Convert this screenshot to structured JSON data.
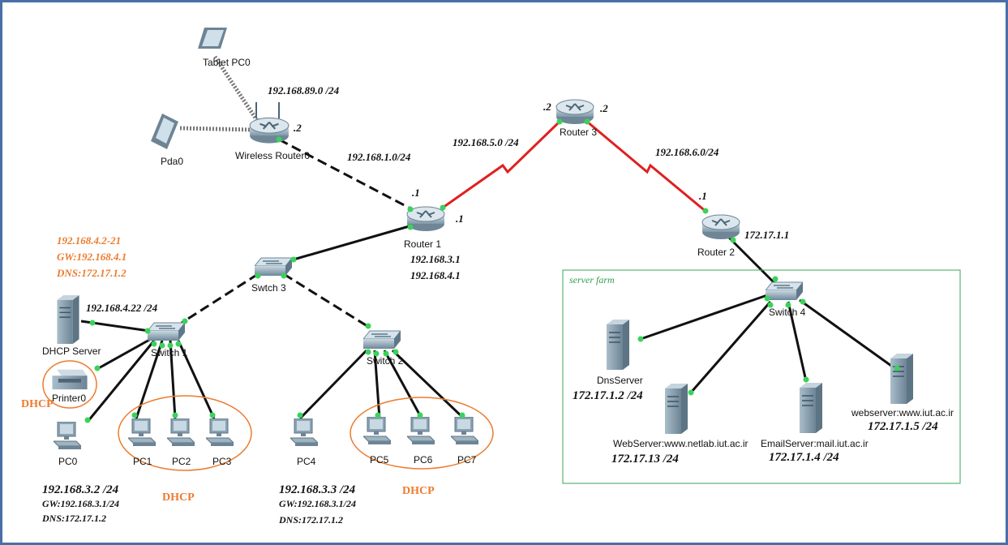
{
  "colors": {
    "frame": "#4a6fa8",
    "serial_link": "#e02020",
    "ethernet_link": "#111111",
    "port_up": "#39d35a",
    "dhcp": "#ec7b2e",
    "server_farm_border": "#3aa655",
    "device_metal": "#9fb6c4"
  },
  "devices": {
    "tablet": "Tablet PC0",
    "pda": "Pda0",
    "wireless_router": "Wireless Router0",
    "router1": "Router 1",
    "router2": "Router 2",
    "router3": "Router 3",
    "switch1": "Switch 1",
    "switch2": "Switch 2",
    "switch3": "Swtch 3",
    "switch4": "Switch 4",
    "dhcp_server": "DHCP Server",
    "printer": "Printer0",
    "pc0": "PC0",
    "pc1": "PC1",
    "pc2": "PC2",
    "pc3": "PC3",
    "pc4": "PC4",
    "pc5": "PC5",
    "pc6": "PC6",
    "pc7": "PC7",
    "dns_server": "DnsServer",
    "web_server": "WebServer:www.netlab.iut.ac.ir",
    "email_server": "EmailServer:mail.iut.ac.ir",
    "webserver2": "webserver:www.iut.ac.ir"
  },
  "networks": {
    "wireless": "192.168.89.0 /24",
    "wr_r1": "192.168.1.0/24",
    "r1_r3": "192.168.5.0 /24",
    "r3_r2": "192.168.6.0/24"
  },
  "interfaces": {
    "wr_dot2": ".2",
    "r1_dot1_a": ".1",
    "r1_dot1_b": ".1",
    "r3_left": ".2",
    "r3_right": ".2",
    "r2_dot1": ".1",
    "r2_lan": "172.17.1.1"
  },
  "router1_ips": [
    "192.168.3.1",
    "192.168.4.1"
  ],
  "dhcp_pool": [
    "192.168.4.2-21",
    "GW:192.168.4.1",
    "DNS:172.17.1.2"
  ],
  "dhcp_server_ip": "192.168.4.22 /24",
  "dhcp_label": "DHCP",
  "pc0_config": [
    "192.168.3.2 /24",
    "GW:192.168.3.1/24",
    "DNS:172.17.1.2"
  ],
  "pc4_config": [
    "192.168.3.3 /24",
    "GW:192.168.3.1/24",
    "DNS:172.17.1.2"
  ],
  "server_farm": "server farm",
  "server_ips": {
    "dns": "172.17.1.2 /24",
    "web": "172.17.13 /24",
    "email": "172.17.1.4 /24",
    "webserver2": "172.17.1.5 /24"
  }
}
